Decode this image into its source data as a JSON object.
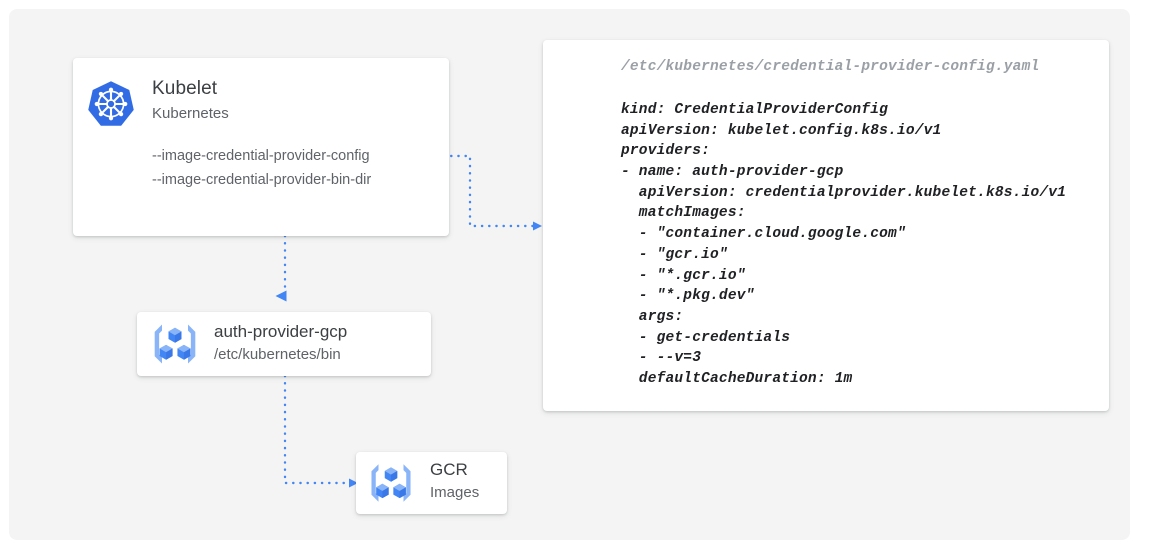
{
  "canvas": {
    "background_color": "#f4f4f4",
    "page_background_color": "#ffffff"
  },
  "colors": {
    "accent_blue": "#4285f4",
    "icon_light_blue": "#8ab4f8",
    "text_primary": "#3c4043",
    "text_secondary": "#5f6368",
    "text_muted": "#9aa0a6",
    "code_text": "#202124",
    "card_background": "#ffffff"
  },
  "kubelet_card": {
    "icon": "kubernetes-logo-icon",
    "title": "Kubelet",
    "subtitle": "Kubernetes",
    "flags": [
      "--image-credential-provider-config",
      "--image-credential-provider-bin-dir"
    ]
  },
  "auth_provider_card": {
    "icon": "container-registry-icon",
    "title": "auth-provider-gcp",
    "subtitle": "/etc/kubernetes/bin"
  },
  "gcr_card": {
    "icon": "container-registry-icon",
    "title": "GCR",
    "subtitle": "Images"
  },
  "code_card": {
    "file_path": "/etc/kubernetes/credential-provider-config.yaml",
    "lines": [
      "kind: CredentialProviderConfig",
      "apiVersion: kubelet.config.k8s.io/v1",
      "providers:",
      "- name: auth-provider-gcp",
      "  apiVersion: credentialprovider.kubelet.k8s.io/v1",
      "  matchImages:",
      "  - \"container.cloud.google.com\"",
      "  - \"gcr.io\"",
      "  - \"*.gcr.io\"",
      "  - \"*.pkg.dev\"",
      "  args:",
      "  - get-credentials",
      "  - --v=3",
      "  defaultCacheDuration: 1m"
    ]
  },
  "connectors": [
    {
      "name": "kubelet-config-to-yaml",
      "from": "kubelet-card",
      "to": "code-card",
      "style": "dotted",
      "color": "#4285f4"
    },
    {
      "name": "kubelet-to-auth-provider",
      "from": "kubelet-card",
      "to": "auth-provider-card",
      "style": "dotted",
      "color": "#4285f4"
    },
    {
      "name": "auth-provider-to-gcr",
      "from": "auth-provider-card",
      "to": "gcr-card",
      "style": "dotted",
      "color": "#4285f4"
    }
  ]
}
